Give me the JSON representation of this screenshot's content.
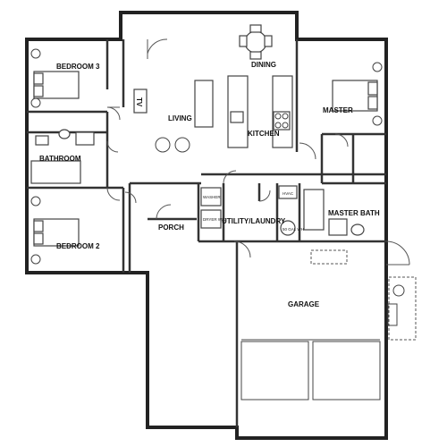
{
  "rooms": {
    "bedroom3": "BEDROOM 3",
    "dining": "DINING",
    "living": "LIVING",
    "master": "MASTER",
    "kitchen": "KITCHEN",
    "bathroom": "BATHROOM",
    "bedroom2": "BEDROOM 2",
    "porch": "PORCH",
    "utility": "UTILITY/LAUNDRY",
    "master_bath": "MASTER BATH",
    "garage": "GARAGE"
  },
  "labels": {
    "tv": "TV",
    "hvac": "HVAC",
    "water_heater": "50 GAL WH",
    "washer": "WASHER",
    "dryer": "DRYER W/C"
  }
}
